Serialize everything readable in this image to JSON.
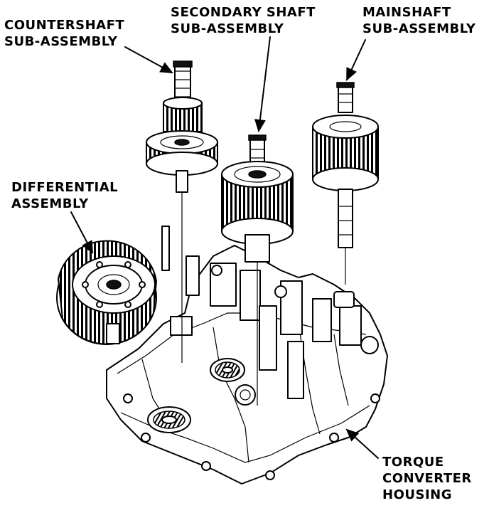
{
  "labels": {
    "countershaft": [
      "COUNTERSHAFT",
      "SUB-ASSEMBLY"
    ],
    "secondary": [
      "SECONDARY SHAFT",
      "SUB-ASSEMBLY"
    ],
    "mainshaft": [
      "MAINSHAFT",
      "SUB-ASSEMBLY"
    ],
    "differential": [
      "DIFFERENTIAL",
      "ASSEMBLY"
    ],
    "housing": [
      "TORQUE",
      "CONVERTER",
      "HOUSING"
    ]
  }
}
